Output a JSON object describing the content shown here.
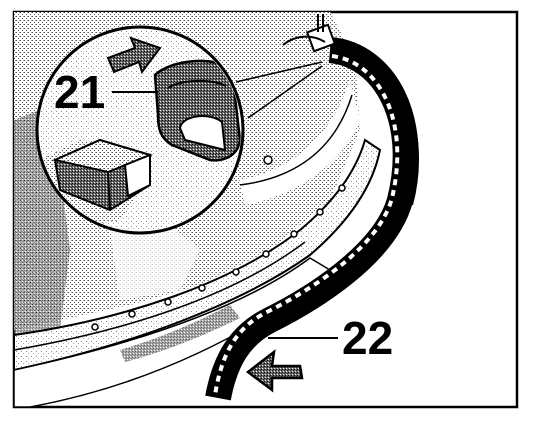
{
  "figure": {
    "callouts": [
      {
        "id": "21",
        "label": "21"
      },
      {
        "id": "22",
        "label": "22"
      }
    ]
  },
  "colors": {
    "ink": "#000000",
    "paper": "#ffffff",
    "stipple": "#8a8a8a",
    "light_stipple": "#c9c9c9"
  }
}
